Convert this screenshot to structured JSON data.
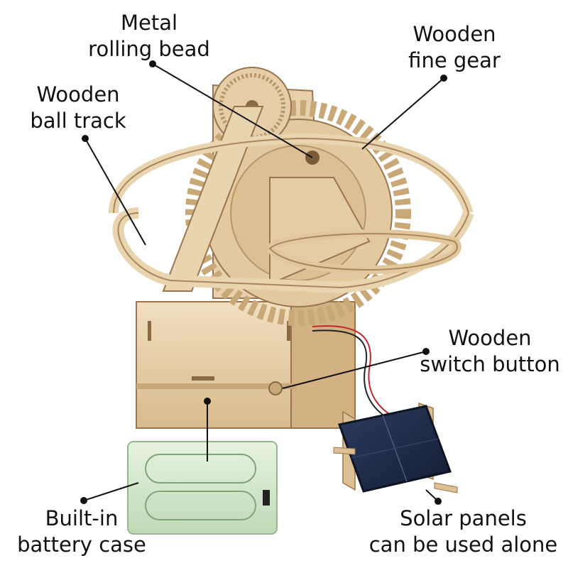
{
  "labels": {
    "metal_rolling_bead": {
      "line1": "Metal",
      "line2": "rolling bead"
    },
    "wooden_fine_gear": {
      "line1": "Wooden",
      "line2": "fine gear"
    },
    "wooden_ball_track": {
      "line1": "Wooden",
      "line2": "ball track"
    },
    "wooden_switch_button": {
      "line1": "Wooden",
      "line2": "switch button"
    },
    "built_in_battery_case": {
      "line1": "Built-in",
      "line2": "battery case"
    },
    "solar_panels": {
      "line1": "Solar panels",
      "line2": "can be used alone"
    }
  },
  "colors": {
    "wood_light": "#ecd7b4",
    "wood_mid": "#dcbf93",
    "wood_dark": "#b8966a",
    "wood_edge": "#9a7650",
    "solar_cell": "#1f2d4a",
    "battery_case": "#d6ead0",
    "leader_line": "#111111"
  },
  "icons": {
    "bead": "metal-bead-icon",
    "dot": "leader-dot-icon"
  }
}
